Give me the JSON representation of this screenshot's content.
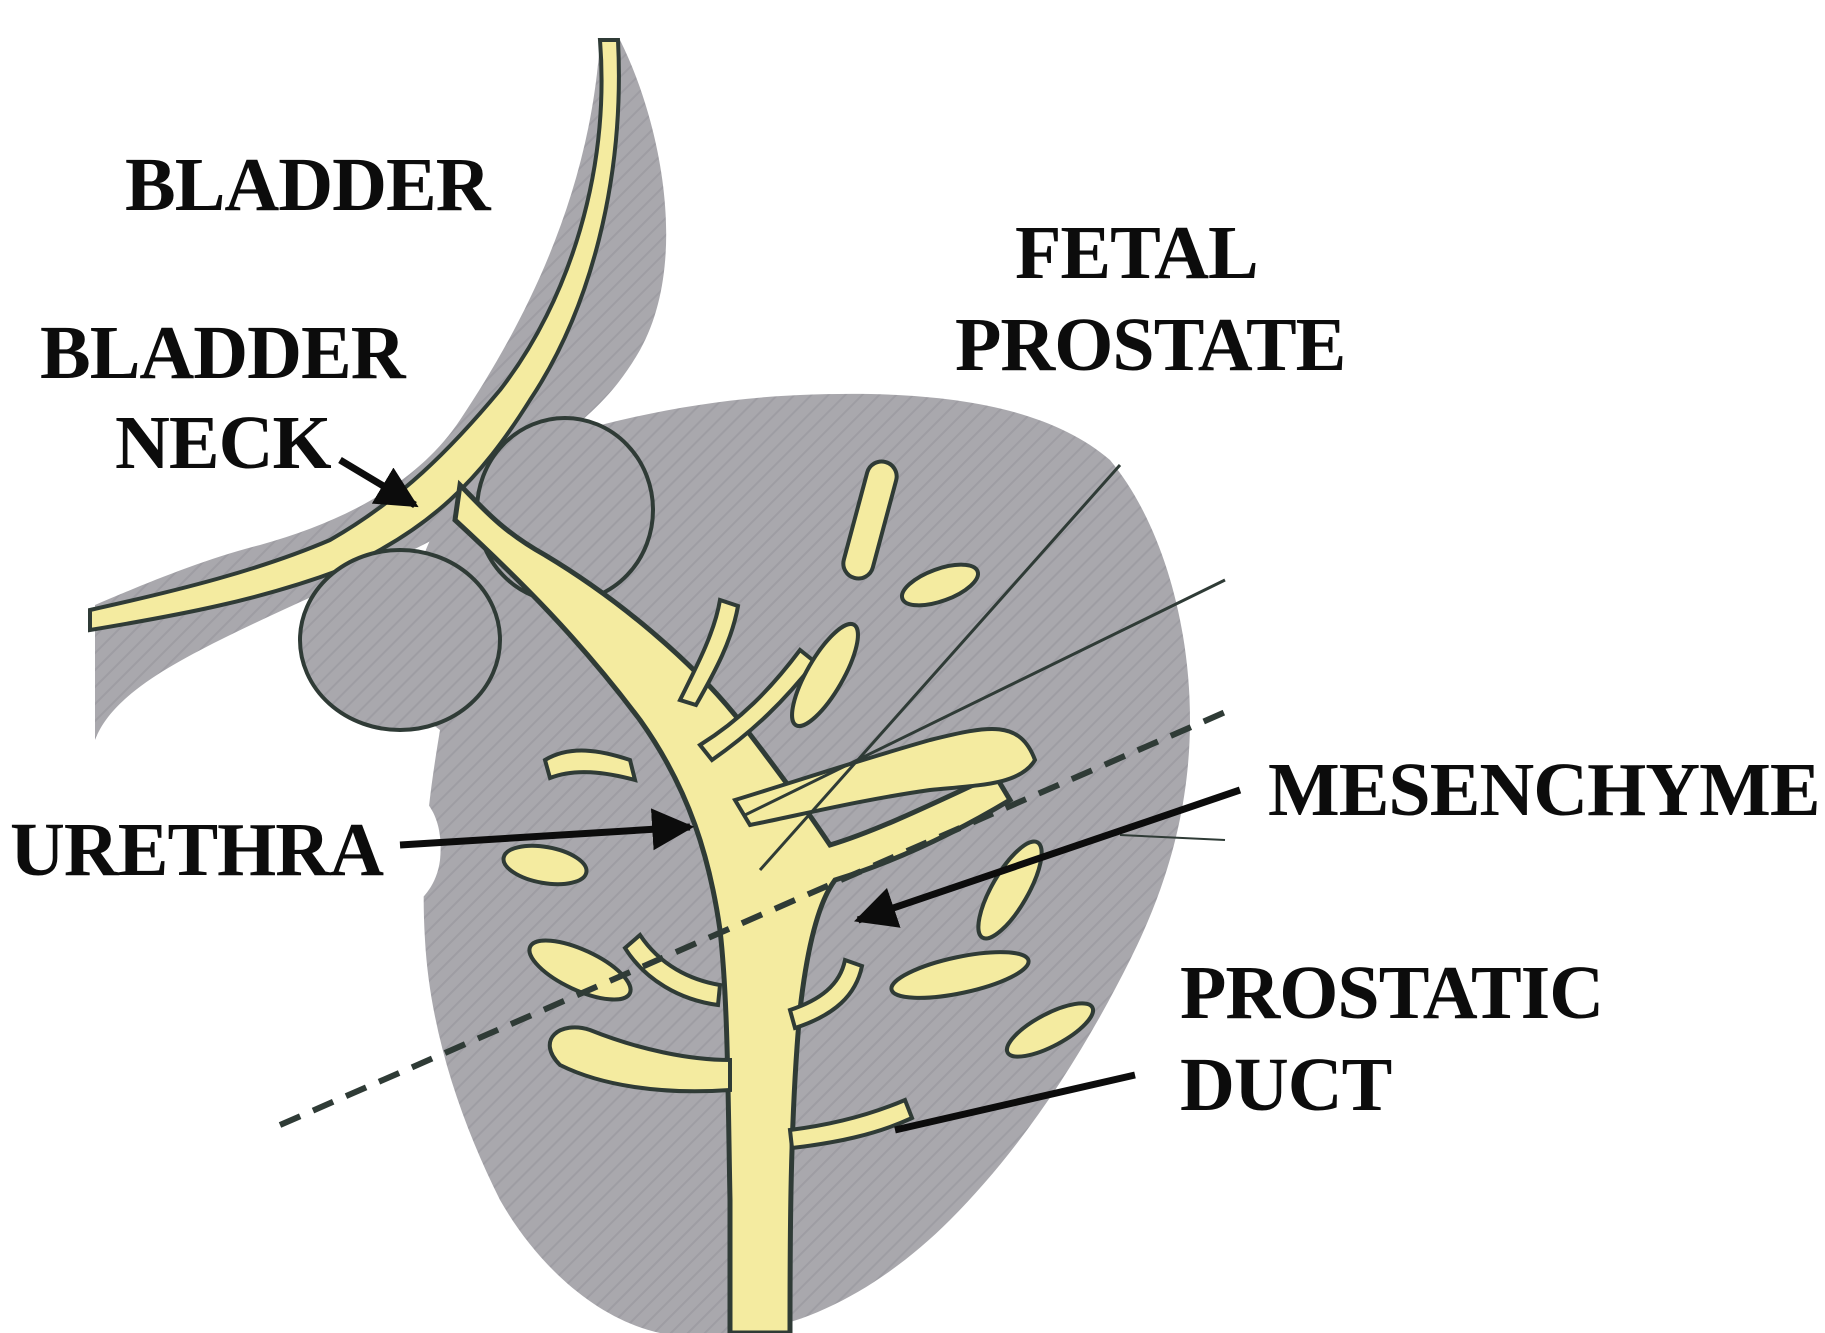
{
  "labels": {
    "bladder": "BLADDER",
    "bladder_neck_line1": "BLADDER",
    "bladder_neck_line2": "NECK",
    "fetal_prostate_line1": "FETAL",
    "fetal_prostate_line2": "PROSTATE",
    "urethra": "URETHRA",
    "mesenchyme": "MESENCHYME",
    "prostatic_duct_line1": "PROSTATIC",
    "prostatic_duct_line2": "DUCT"
  },
  "colors": {
    "background": "#ffffff",
    "tissue": "#a9a8ad",
    "epithelium": "#f4eba0",
    "outline": "#2f3b36",
    "text": "#0c0c0c",
    "arrow": "#0c0c0c"
  }
}
